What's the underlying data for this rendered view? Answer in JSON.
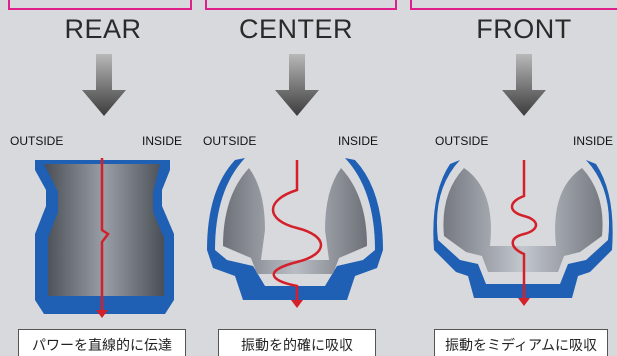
{
  "columns": [
    {
      "position": "REAR",
      "outside_label": "OUTSIDE",
      "inside_label": "INSIDE",
      "caption": "パワーを直線的に伝達"
    },
    {
      "position": "CENTER",
      "outside_label": "OUTSIDE",
      "inside_label": "INSIDE",
      "caption": "振動を的確に吸収"
    },
    {
      "position": "FRONT",
      "outside_label": "OUTSIDE",
      "inside_label": "INSIDE",
      "caption": "振動をミディアムに吸収"
    }
  ],
  "colors": {
    "frame_accent": "#e0208a",
    "shell": "#1f5fb4",
    "force_line": "#d4202a",
    "arrow": "#505050"
  }
}
